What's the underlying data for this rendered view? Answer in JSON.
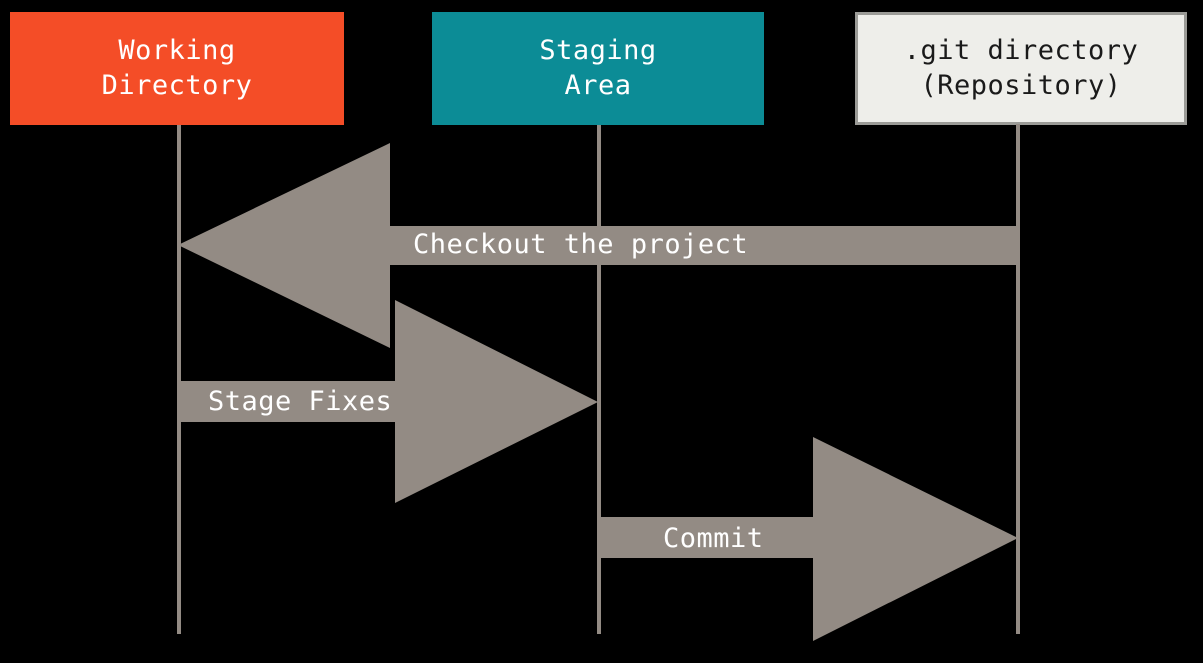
{
  "diagram": {
    "type": "git-workflow",
    "background_color": "#000000",
    "arrow_color": "#938b84",
    "nodes": [
      {
        "id": "working-directory",
        "label": "Working\nDirectory",
        "line1": "Working",
        "line2": "Directory",
        "fill": "#f44d27",
        "text_color": "#ffffff"
      },
      {
        "id": "staging-area",
        "label": "Staging\nArea",
        "line1": "Staging",
        "line2": "Area",
        "fill": "#0c8c96",
        "text_color": "#ffffff"
      },
      {
        "id": "git-directory",
        "label": ".git directory\n(Repository)",
        "line1": ".git directory",
        "line2": "(Repository)",
        "fill": "#eeeeea",
        "text_color": "#1a1a1a",
        "border_color": "#9b9b97"
      }
    ],
    "arrows": [
      {
        "id": "checkout",
        "label": "Checkout the project",
        "from": "git-directory",
        "to": "working-directory",
        "direction": "left"
      },
      {
        "id": "stage-fixes",
        "label": "Stage Fixes",
        "from": "working-directory",
        "to": "staging-area",
        "direction": "right"
      },
      {
        "id": "commit",
        "label": "Commit",
        "from": "staging-area",
        "to": "git-directory",
        "direction": "right"
      }
    ]
  }
}
